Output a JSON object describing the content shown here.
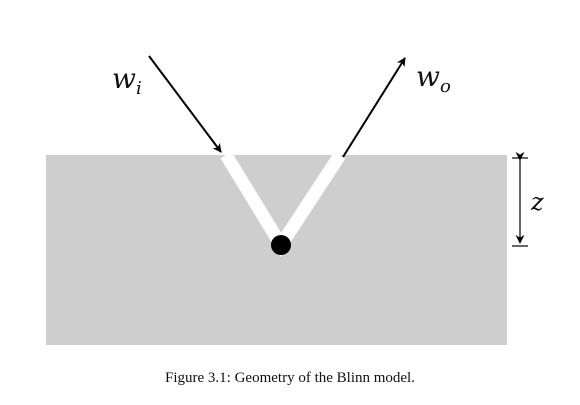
{
  "labels": {
    "incoming_base": "w",
    "incoming_sub": "i",
    "outgoing_base": "w",
    "outgoing_sub": "o",
    "depth": "z"
  },
  "caption": "Figure 3.1: Geometry of the Blinn model.",
  "colors": {
    "surface": "#cecece",
    "path": "#ffffff",
    "arrow": "#000000",
    "point": "#000000"
  }
}
